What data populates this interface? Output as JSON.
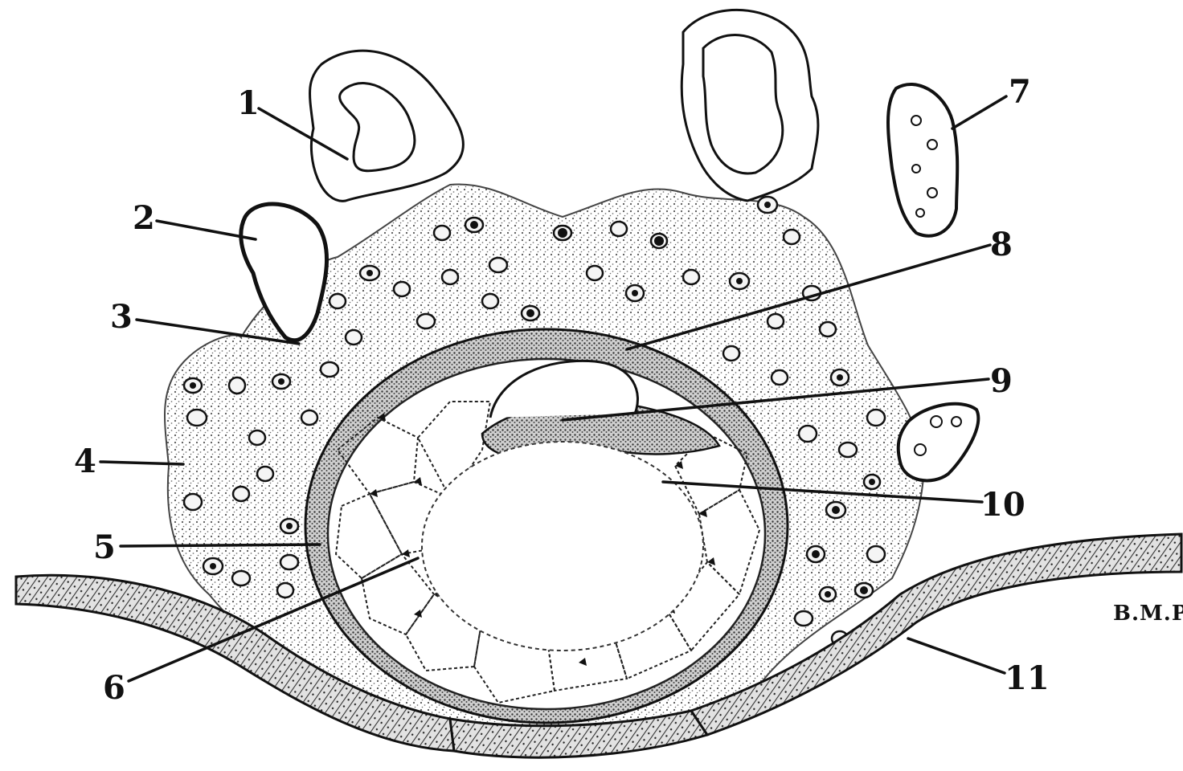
{
  "labels": [
    "1",
    "2",
    "3",
    "4",
    "5",
    "6",
    "7",
    "8",
    "9",
    "10",
    "11"
  ],
  "signature": "B.M.P."
}
